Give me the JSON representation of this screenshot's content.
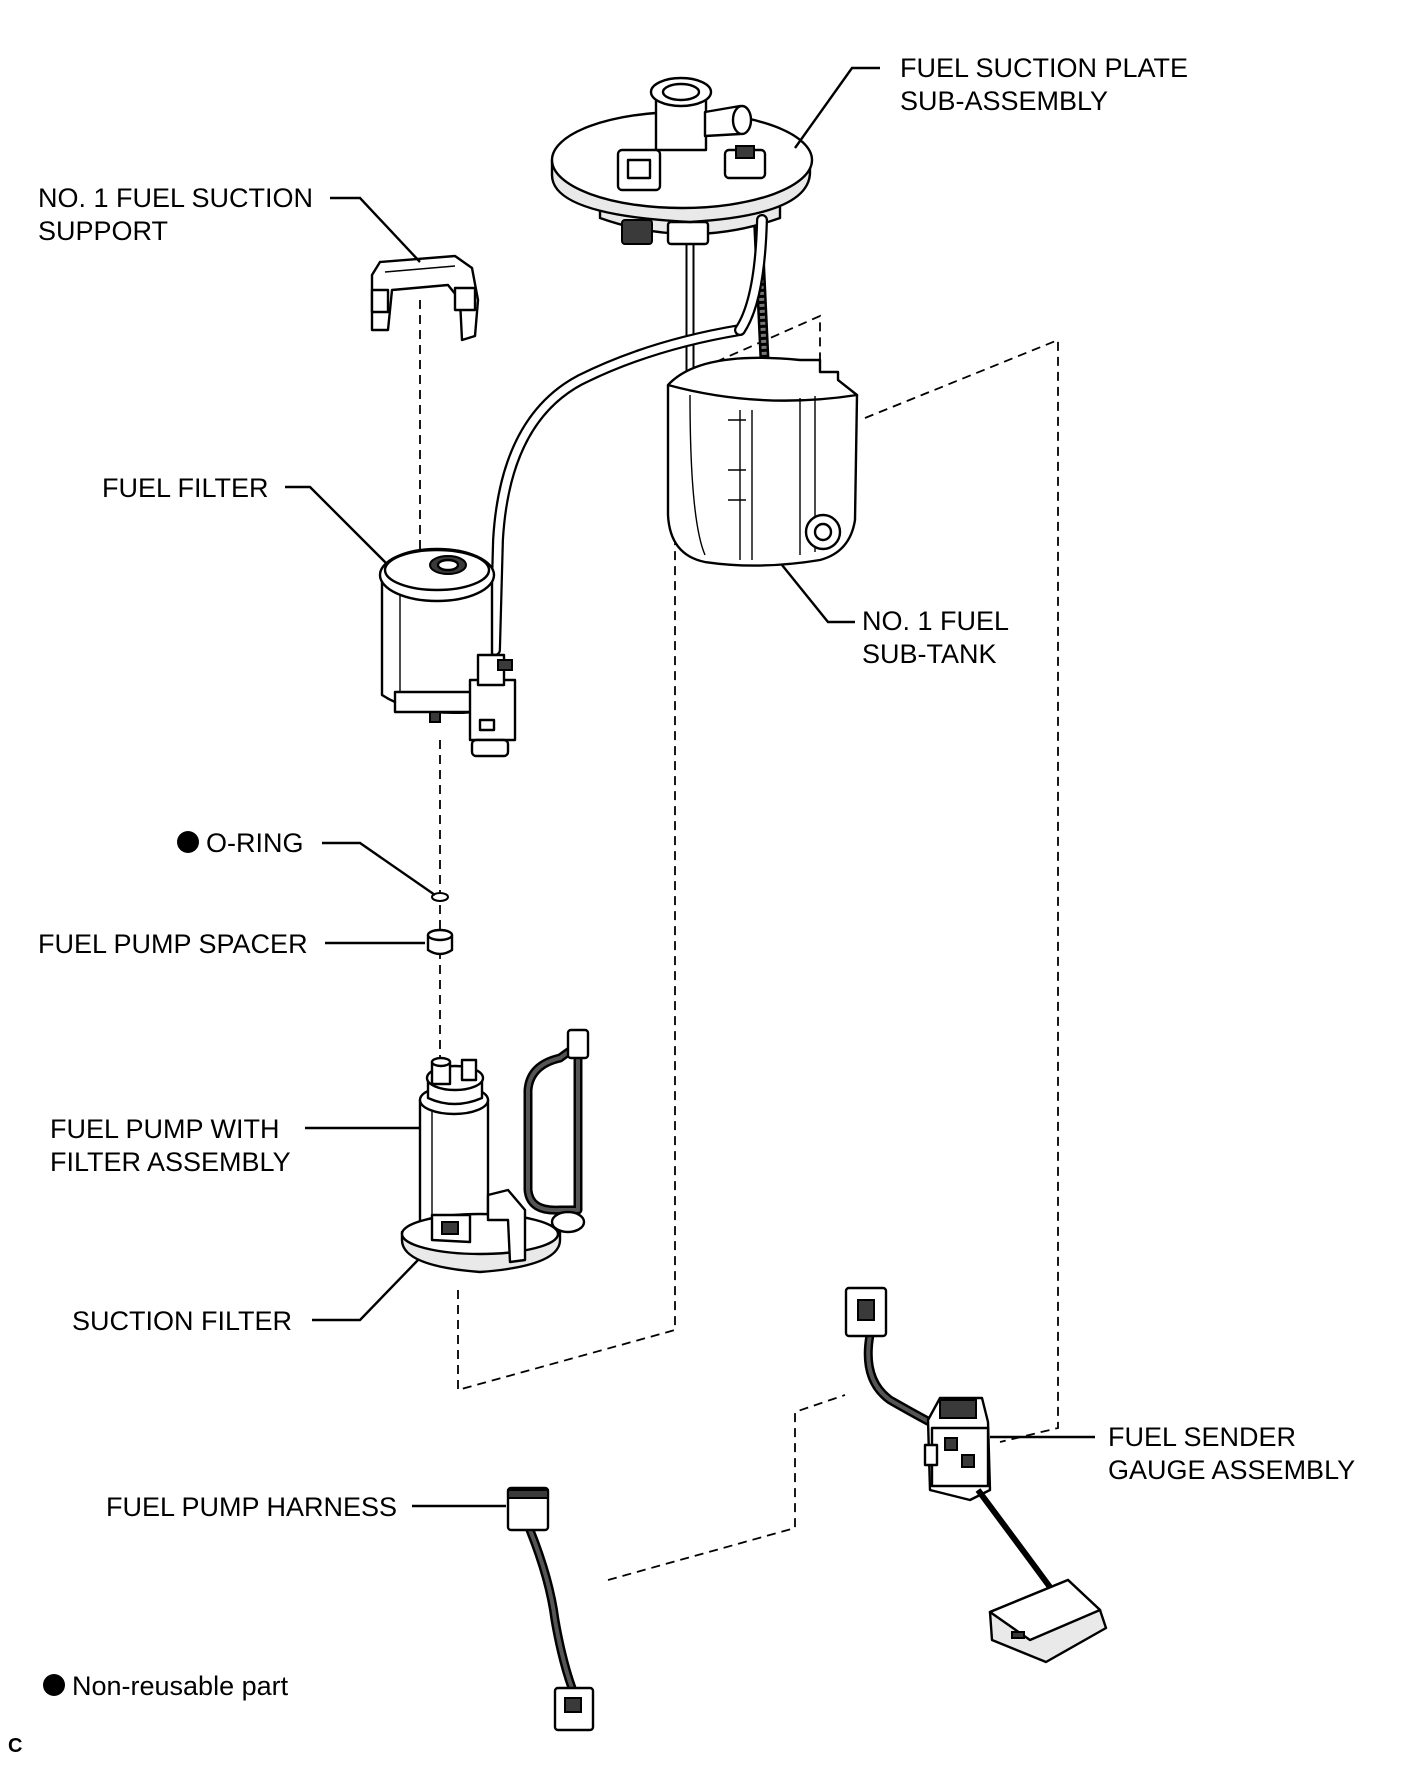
{
  "labels": {
    "fuel_suction_plate_line1": "FUEL SUCTION PLATE",
    "fuel_suction_plate_line2": "SUB-ASSEMBLY",
    "suction_support_line1": "NO. 1 FUEL SUCTION",
    "suction_support_line2": "SUPPORT",
    "fuel_filter": "FUEL FILTER",
    "sub_tank_line1": "NO. 1 FUEL",
    "sub_tank_line2": "SUB-TANK",
    "o_ring": "O-RING",
    "fuel_pump_spacer": "FUEL PUMP SPACER",
    "fuel_pump_line1": "FUEL PUMP WITH",
    "fuel_pump_line2": "FILTER ASSEMBLY",
    "suction_filter": "SUCTION FILTER",
    "fuel_pump_harness": "FUEL PUMP HARNESS",
    "sender_gauge_line1": "FUEL SENDER",
    "sender_gauge_line2": "GAUGE ASSEMBLY"
  },
  "legend": {
    "non_reusable": "Non-reusable part"
  },
  "corner_code": "C"
}
